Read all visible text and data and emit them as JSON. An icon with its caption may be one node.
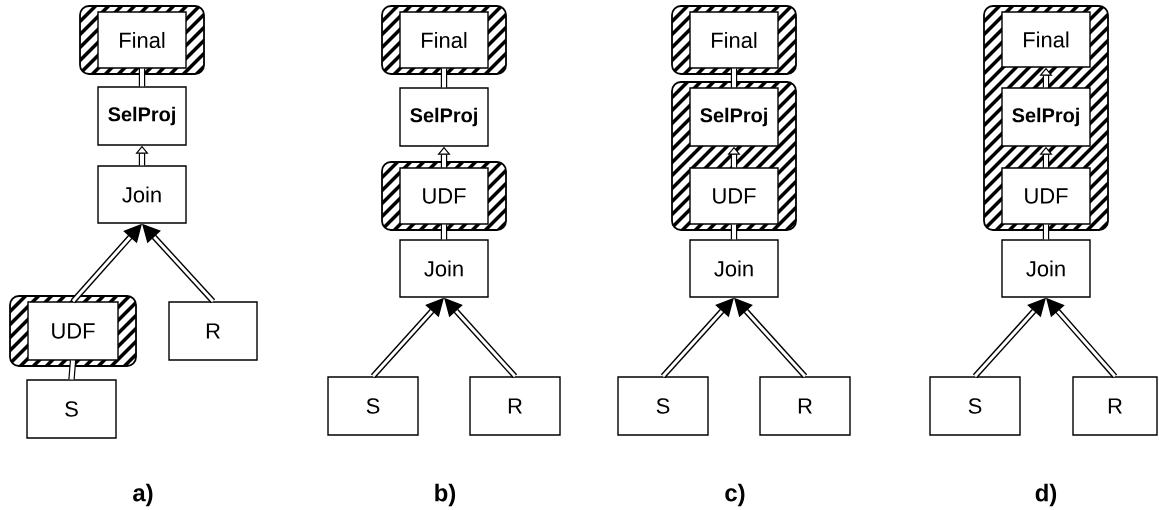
{
  "diagram": {
    "nodes": [
      {
        "text": [],
        "shape": "box"
      },
      {
        "text": [
          "Final"
        ],
        "in": 0
      },
      {
        "text": [
          "SelProj"
        ]
      },
      {
        "text": [
          "Join"
        ]
      },
      {
        "text": [],
        "shape": "box"
      },
      {
        "text": [
          "UDF"
        ],
        "in": 4
      },
      {
        "text": [
          "R"
        ]
      },
      {
        "text": [
          "S"
        ]
      },
      {
        "text": [],
        "shape": "box"
      },
      {
        "text": [
          "Final"
        ],
        "in": 8
      },
      {
        "text": [
          "SelProj"
        ]
      },
      {
        "text": [],
        "shape": "box"
      },
      {
        "text": [
          "UDF"
        ],
        "in": 11
      },
      {
        "text": [
          "Join"
        ]
      },
      {
        "text": [
          "S"
        ]
      },
      {
        "text": [
          "R"
        ]
      },
      {
        "text": [],
        "shape": "box"
      },
      {
        "text": [
          "Final"
        ],
        "in": 16
      },
      {
        "text": [],
        "shape": "box"
      },
      {
        "text": [
          "SelProj"
        ],
        "in": 18
      },
      {
        "text": [
          "UDF"
        ],
        "in": 18
      },
      {
        "text": [
          "Join"
        ]
      },
      {
        "text": [
          "S"
        ]
      },
      {
        "text": [
          "R"
        ]
      },
      {
        "text": [],
        "shape": "box"
      },
      {
        "text": [
          "Final"
        ],
        "in": 24
      },
      {
        "text": [
          "SelProj"
        ],
        "in": 24
      },
      {
        "text": [
          "UDF"
        ],
        "in": 24
      },
      {
        "text": [
          "Join"
        ]
      },
      {
        "text": [
          "S"
        ]
      },
      {
        "text": [
          "R"
        ]
      }
    ],
    "edges": [
      {
        "from": 2,
        "to": 1,
        "arrow": "none"
      },
      {
        "from": 3,
        "to": 2,
        "arrow": "to"
      },
      {
        "from": 5,
        "to": 3,
        "arrow": "to"
      },
      {
        "from": 6,
        "to": 3,
        "arrow": "to"
      },
      {
        "from": 7,
        "to": 5,
        "arrow": "none"
      },
      {
        "from": 10,
        "to": 9,
        "arrow": "none"
      },
      {
        "from": 12,
        "to": 10,
        "arrow": "to"
      },
      {
        "from": 13,
        "to": 12,
        "arrow": "none"
      },
      {
        "from": 14,
        "to": 13,
        "arrow": "to"
      },
      {
        "from": 15,
        "to": 13,
        "arrow": "to"
      },
      {
        "from": 19,
        "to": 17,
        "arrow": "none"
      },
      {
        "from": 20,
        "to": 19,
        "arrow": "to"
      },
      {
        "from": 21,
        "to": 20,
        "arrow": "none"
      },
      {
        "from": 22,
        "to": 21,
        "arrow": "to"
      },
      {
        "from": 23,
        "to": 21,
        "arrow": "to"
      },
      {
        "from": 26,
        "to": 25,
        "arrow": "to"
      },
      {
        "from": 27,
        "to": 26,
        "arrow": "to"
      },
      {
        "from": 28,
        "to": 27,
        "arrow": "none"
      },
      {
        "from": 29,
        "to": 28,
        "arrow": "to"
      },
      {
        "from": 30,
        "to": 28,
        "arrow": "to"
      }
    ],
    "labels": [
      "a)",
      "b)",
      "c)",
      "d)"
    ]
  }
}
